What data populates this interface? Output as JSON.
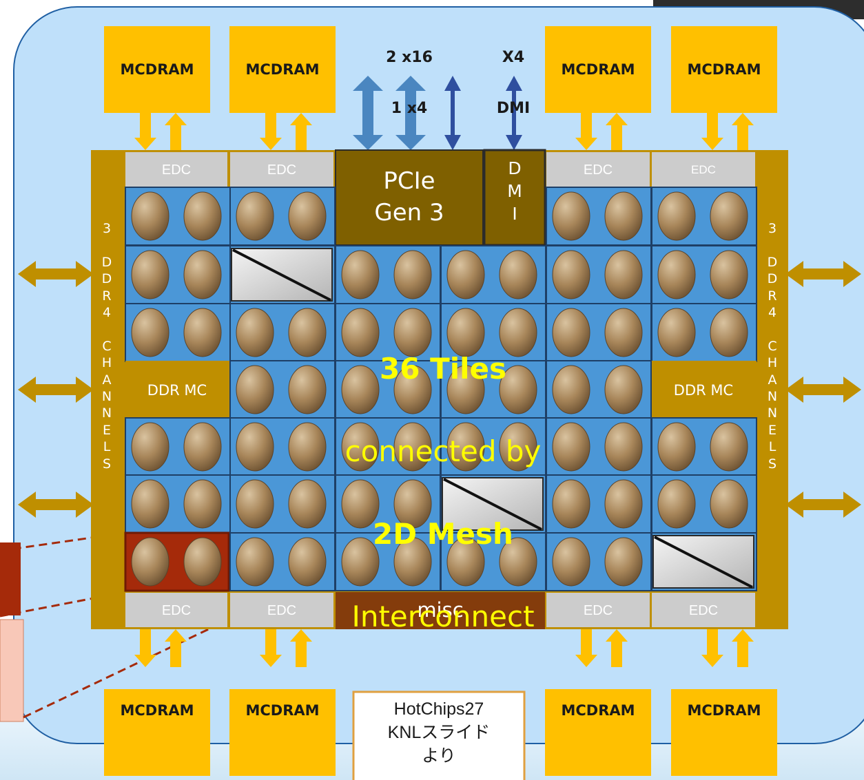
{
  "colors": {
    "board_bg": "#bfe0fa",
    "board_border": "#1f5fa3",
    "mcdram": "#ffc000",
    "edc_gray": "#cccccc",
    "tile_blue": "#4b97d7",
    "tile_grid": "#1e3f66",
    "core": "#a8865a",
    "ddr_gold": "#bf8f00",
    "pcie_brown": "#7f6000",
    "misc_brown": "#843c0c",
    "highlight_red": "#a52a0a",
    "bus_arrow_light": "#4a86c0",
    "bus_arrow_dark": "#2f4f9f",
    "label_yellow": "#ffff00"
  },
  "mcdram_label": "MCDRAM",
  "bus_pcie": {
    "line1": "2 x16",
    "line2": "1 x4"
  },
  "bus_dmi": {
    "line1": "X4",
    "line2": "DMI"
  },
  "edc_label": "EDC",
  "pcie_label": "PCIe\nGen 3",
  "dmi_label": "D\nM\nI",
  "ddr_channels_label": "3\n \nD\nD\nR\n4\n \nC\nH\nA\nN\nN\nE\nL\nS",
  "ddr_mc_label": "DDR MC",
  "misc_label": "misc",
  "center_text": {
    "line1": "36 Tiles",
    "line2": "connected by",
    "line3": "2D Mesh",
    "line4": "Interconnect"
  },
  "source_note": "HotChips27\nKNLスライド\nより",
  "tile_kinds": [
    "core",
    "core",
    "core",
    "core",
    "core",
    "core",
    "core",
    "cross",
    "core",
    "core",
    "core",
    "core",
    "core",
    "core",
    "core",
    "core",
    "core",
    "core",
    "ddrmc",
    "core",
    "core",
    "core",
    "core",
    "ddrmc",
    "core",
    "core",
    "core",
    "core",
    "core",
    "core",
    "core",
    "core",
    "core",
    "cross",
    "core",
    "core",
    "core",
    "core",
    "core",
    "core",
    "core",
    "cross"
  ]
}
